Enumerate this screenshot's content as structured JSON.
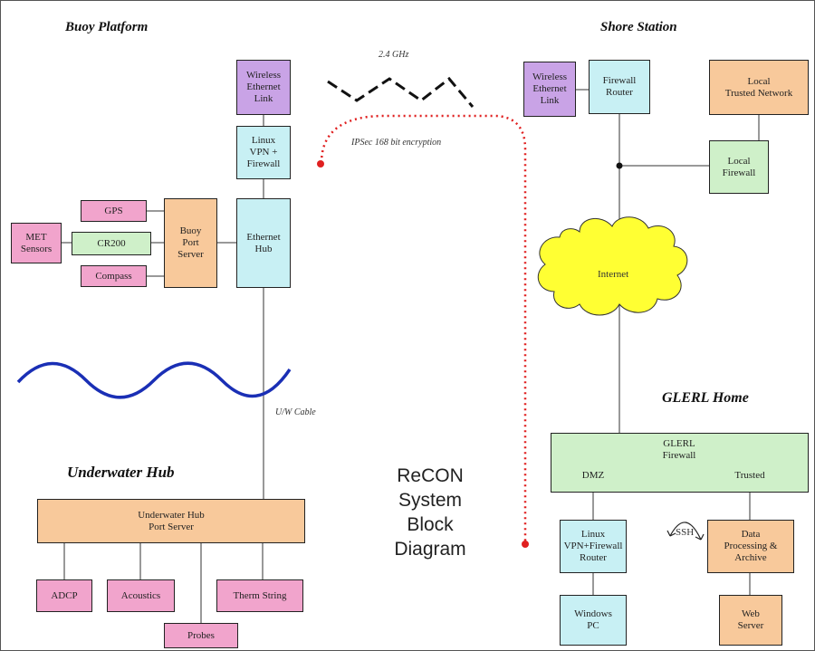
{
  "diagram": {
    "title": "ReCON\nSystem\nBlock\nDiagram",
    "headings": {
      "buoy_platform": "Buoy Platform",
      "shore_station": "Shore Station",
      "underwater_hub": "Underwater Hub",
      "glerl_home": "GLERL Home"
    },
    "annotations": {
      "frequency": "2.4 GHz",
      "encryption": "IPSec 168 bit encryption",
      "cable": "U/W Cable",
      "ssh": "SSH"
    },
    "nodes": {
      "buoy_wireless": "Wireless\nEthernet\nLink",
      "linux_vpn": "Linux\nVPN +\nFirewall",
      "ethernet_hub": "Ethernet\nHub",
      "gps": "GPS",
      "cr200": "CR200",
      "compass": "Compass",
      "met_sensors": "MET\nSensors",
      "buoy_port_server": "Buoy\nPort\nServer",
      "shore_wireless": "Wireless\nEthernet\nLink",
      "firewall_router": "Firewall\nRouter",
      "local_trusted_network": "Local\nTrusted Network",
      "local_firewall": "Local\nFirewall",
      "internet": "Internet",
      "glerl_firewall": "GLERL\nFirewall",
      "dmz": "DMZ",
      "trusted": "Trusted",
      "linux_vpn_router": "Linux\nVPN+Firewall\nRouter",
      "data_processing": "Data\nProcessing &\nArchive",
      "windows_pc": "Windows\nPC",
      "web_server": "Web\nServer",
      "underwater_port_server": "Underwater Hub\nPort Server",
      "adcp": "ADCP",
      "acoustics": "Acoustics",
      "therm_string": "Therm String",
      "probes": "Probes"
    },
    "colors": {
      "wireless": "#c9a3e6",
      "network": "#c8f0f4",
      "sensor": "#f1a4cc",
      "firewall": "#cff0c9",
      "server": "#f8c99b",
      "internet_cloud": "#ffff33",
      "encryption_link": "#e02020",
      "water_wave": "#1a2fb5"
    }
  }
}
